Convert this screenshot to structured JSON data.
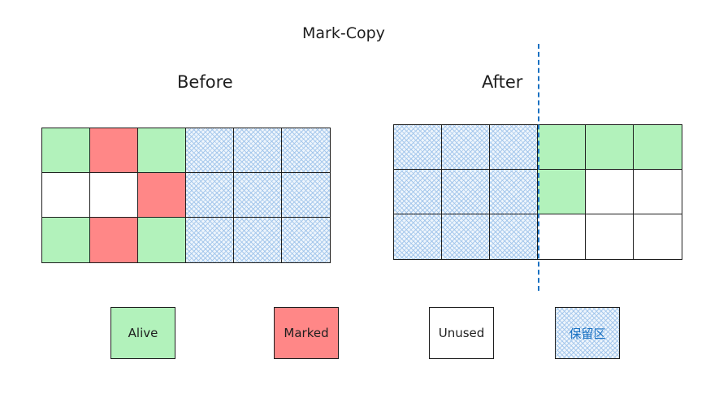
{
  "title": "Mark-Copy",
  "before": {
    "label": "Before",
    "cells": [
      [
        "alive",
        "marked",
        "alive",
        "reserved",
        "reserved",
        "reserved"
      ],
      [
        "unused",
        "unused",
        "marked",
        "reserved",
        "reserved",
        "reserved"
      ],
      [
        "alive",
        "marked",
        "alive",
        "reserved",
        "reserved",
        "reserved"
      ]
    ]
  },
  "after": {
    "label": "After",
    "cells": [
      [
        "reserved",
        "reserved",
        "reserved",
        "alive",
        "alive",
        "alive"
      ],
      [
        "reserved",
        "reserved",
        "reserved",
        "alive",
        "unused",
        "unused"
      ],
      [
        "reserved",
        "reserved",
        "reserved",
        "unused",
        "unused",
        "unused"
      ]
    ]
  },
  "legend": [
    {
      "key": "alive",
      "label": "Alive"
    },
    {
      "key": "marked",
      "label": "Marked"
    },
    {
      "key": "unused",
      "label": "Unused"
    },
    {
      "key": "reserved",
      "label": "保留区"
    }
  ],
  "colors": {
    "alive": "#b2f2bb",
    "marked": "#ff8787",
    "unused": "#ffffff",
    "reserved": "#a5c8ef",
    "divider": "#1971c2",
    "stroke": "#1e1e1e"
  }
}
